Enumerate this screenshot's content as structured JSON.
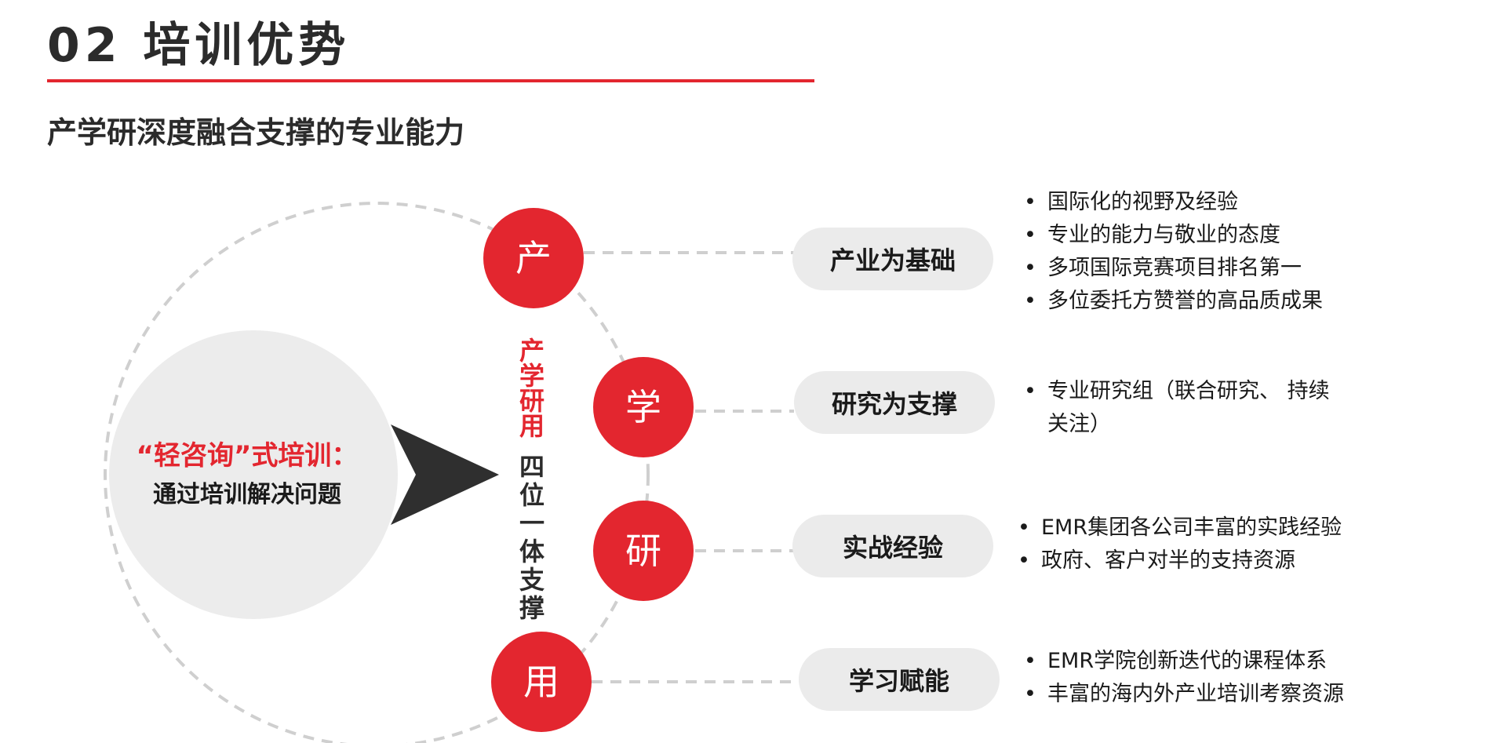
{
  "header": {
    "section_title": "02 培训优势",
    "subtitle": "产学研深度融合支撑的专业能力"
  },
  "hub": {
    "slogan": "“轻咨询”式培训：",
    "slogan_sub": "通过培训解决问题"
  },
  "vertical_caption": {
    "red": "产学研用",
    "dark": "四位一体支撑"
  },
  "nodes": [
    {
      "char": "产",
      "pill": "产业为基础",
      "bullets": [
        "国际化的视野及经验",
        "专业的能力与敬业的态度",
        "多项国际竞赛项目排名第一",
        "多位委托方赞誉的高品质成果"
      ]
    },
    {
      "char": "学",
      "pill": "研究为支撑",
      "bullets": [
        "专业研究组（联合研究、 持续关注）"
      ]
    },
    {
      "char": "研",
      "pill": "实战经验",
      "bullets": [
        "EMR集团各公司丰富的实践经验",
        "政府、客户对半的支持资源"
      ]
    },
    {
      "char": "用",
      "pill": "学习赋能",
      "bullets": [
        "EMR学院创新迭代的课程体系",
        "丰富的海内外产业培训考察资源"
      ]
    }
  ],
  "colors": {
    "accent_red": "#e3262f",
    "pill_gray": "#ebebeb",
    "hub_gray": "#ececec",
    "arrow_dark": "#2f2f2f",
    "dash_gray": "#cfcfcf"
  }
}
